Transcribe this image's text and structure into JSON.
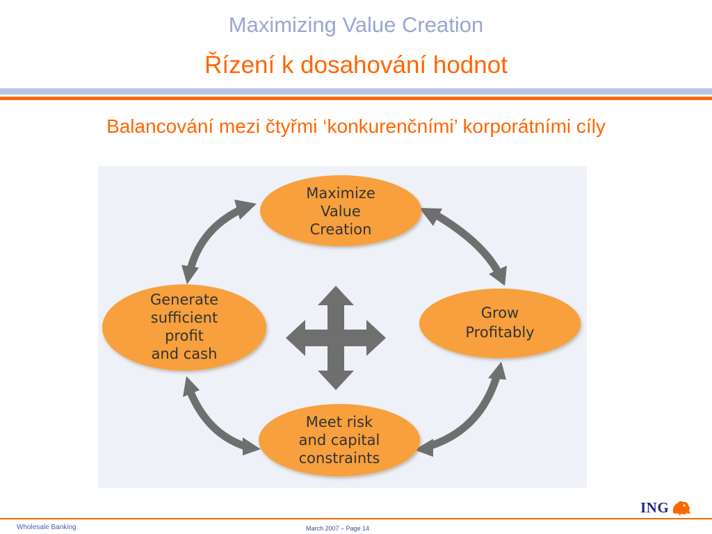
{
  "header": {
    "title_en": "Maximizing Value Creation",
    "title_cz": "Řízení k dosahování hodnot"
  },
  "subtitle": "Balancování mezi čtyřmi ‘konkurenčními’ korporátními cíly",
  "diagram": {
    "nodes": {
      "top": [
        "Maximize",
        "Value",
        "Creation"
      ],
      "right": [
        "Grow",
        "Profitably"
      ],
      "bottom": [
        "Meet risk",
        "and capital",
        "constraints"
      ],
      "left": [
        "Generate",
        "sufficient",
        "profit",
        "and cash"
      ]
    }
  },
  "footer": {
    "left": "Wholesale Banking",
    "center": "March  2007 – Page 14",
    "logo_text": "ING"
  },
  "colors": {
    "accent_orange": "#ff6600",
    "node_orange": "#f7a03c",
    "arrow_gray": "#6f6f6f",
    "diagram_bg": "#eef1f8",
    "title_blue": "#9aa6d0"
  }
}
